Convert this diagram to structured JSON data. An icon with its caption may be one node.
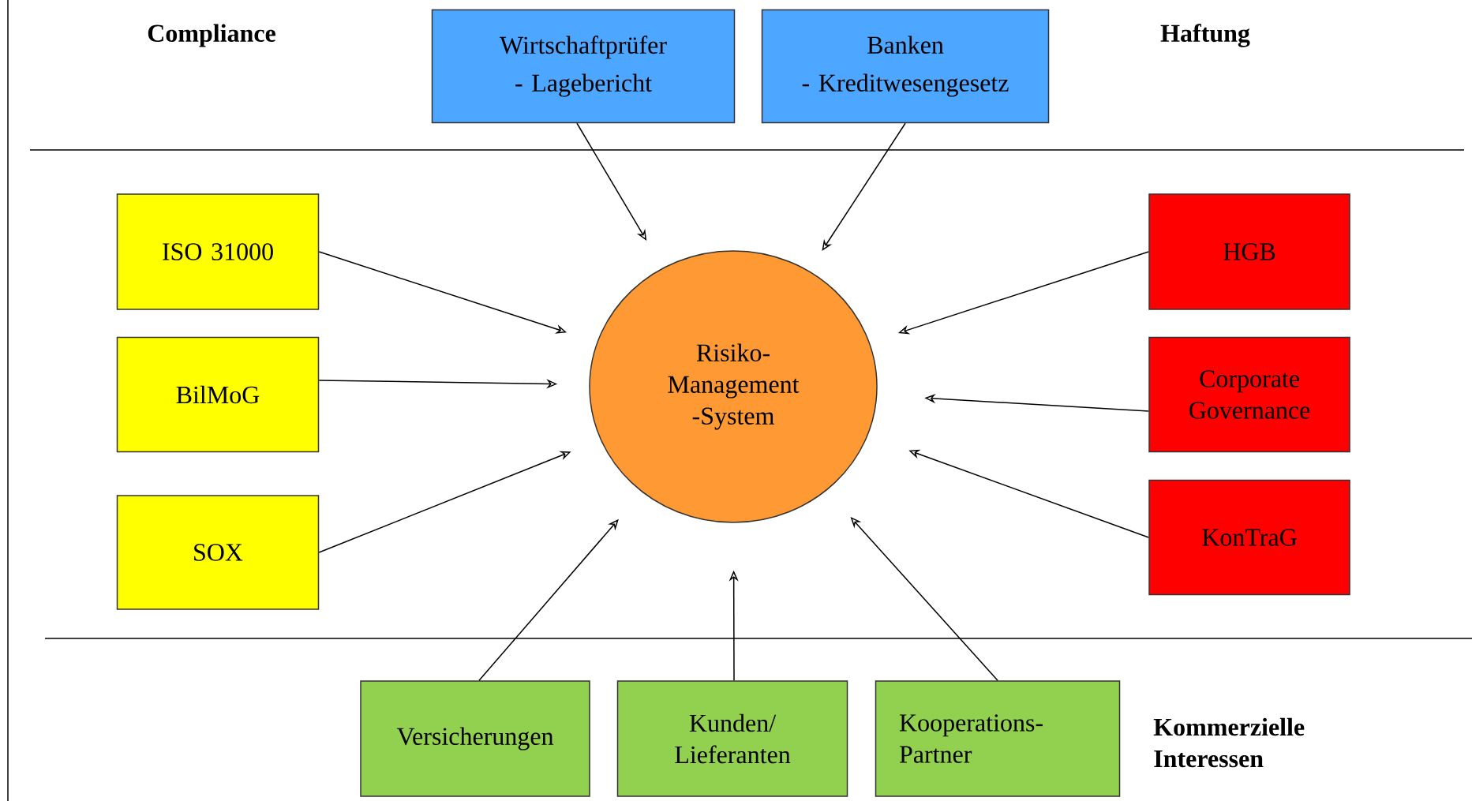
{
  "diagram": {
    "nodes": [
      {
        "text": [
          "Wirtschaftprüfer",
          "- Lagebericht"
        ]
      },
      {
        "text": [
          "Banken",
          "- Kreditwesengesetz"
        ]
      },
      {
        "text": [
          "ISO  31000"
        ]
      },
      {
        "text": [
          "HGB"
        ]
      },
      {
        "text": [
          "BilMoG"
        ]
      },
      {
        "text": [
          "Risiko- Management -System"
        ]
      },
      {
        "text": [
          "Corporate Governance"
        ]
      },
      {
        "text": [
          "SOX"
        ]
      },
      {
        "text": [
          "KonTraG"
        ]
      },
      {
        "text": [
          "Versicherungen"
        ]
      },
      {
        "text": [
          "Kunden/ Lieferanten"
        ]
      },
      {
        "text": [
          "Kooperations- Partner"
        ]
      }
    ],
    "edges": [
      {
        "from": 0,
        "to": 5,
        "arrow": "to"
      },
      {
        "from": 1,
        "to": 5,
        "arrow": "to"
      },
      {
        "from": 2,
        "to": 5,
        "arrow": "to"
      },
      {
        "from": 3,
        "to": 5,
        "arrow": "to"
      },
      {
        "from": 4,
        "to": 5,
        "arrow": "to"
      },
      {
        "from": 6,
        "to": 5,
        "arrow": "to"
      },
      {
        "from": 7,
        "to": 5,
        "arrow": "to"
      },
      {
        "from": 8,
        "to": 5,
        "arrow": "to"
      },
      {
        "from": 9,
        "to": 5,
        "arrow": "to"
      },
      {
        "from": 10,
        "to": 5,
        "arrow": "to"
      },
      {
        "from": 11,
        "to": 5,
        "arrow": "to"
      }
    ],
    "labels": [
      "Compliance",
      "Haftung",
      "Kommerzielle Interessen"
    ]
  }
}
